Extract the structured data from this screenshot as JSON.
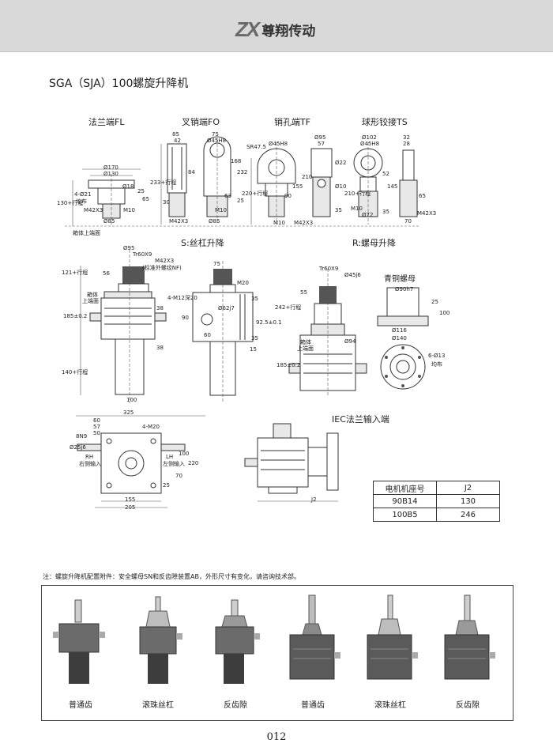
{
  "header": {
    "logo_mark": "ZX",
    "company": "尊翔传动"
  },
  "title": "SGA（SJA）100螺旋升降机",
  "sections": {
    "fl": "法兰端FL",
    "fo": "叉销端FO",
    "tf": "销孔端TF",
    "ts": "球形铰接TS",
    "s_lift": "S:丝杠升降",
    "r_lift": "R:螺母升降",
    "bronze_nut": "青铜螺母",
    "iec": "IEC法兰输入端"
  },
  "dims": {
    "fl": [
      "Ø170",
      "Ø130",
      "Ø85",
      "4-Ø21",
      "均布",
      "M42X3",
      "M10",
      "25",
      "65",
      "Ø18",
      "130+行程",
      "箱体上端面"
    ],
    "fo": [
      "85",
      "42",
      "75",
      "Ø45H8",
      "84",
      "30",
      "233+行程",
      "M42X3",
      "M10",
      "Ø85",
      "168",
      "232",
      "63",
      "25"
    ],
    "tf": [
      "Ø95",
      "57",
      "Ø45H8",
      "SR47.5",
      "210",
      "155",
      "90",
      "220+行程",
      "M10",
      "M42X3",
      "35",
      "Ø10",
      "Ø22"
    ],
    "ts": [
      "Ø102",
      "Ø45H8",
      "32",
      "28",
      "52",
      "145",
      "65",
      "210+行程",
      "M10",
      "Ø72",
      "M42X3",
      "70",
      "35"
    ],
    "s": [
      "Ø95",
      "Tr60X9",
      "M42X3",
      "(标准外螺纹NF)",
      "56",
      "121+行程",
      "箱体",
      "上端面",
      "185±0.2",
      "140+行程",
      "38",
      "38",
      "100",
      "4-M12深20",
      "75",
      "M20",
      "Ø62j7",
      "90",
      "60",
      "35",
      "35",
      "92.5±0.1",
      "15"
    ],
    "r": [
      "Tr60X9",
      "Ø45j6",
      "55",
      "242+行程",
      "箱体",
      "上端面",
      "Ø94",
      "185±0.2",
      "Ø90h7",
      "25",
      "100",
      "Ø116",
      "Ø140",
      "6-Ø13",
      "均布"
    ],
    "bottom": [
      "325",
      "60",
      "57",
      "50",
      "8N9",
      "Ø25j6",
      "RH",
      "右侧输入",
      "4-M20",
      "LH",
      "左侧输入",
      "100",
      "220",
      "25",
      "70",
      "155",
      "205"
    ],
    "iec": [
      "J2"
    ]
  },
  "motor_table": {
    "header": [
      "电机机座号",
      "J2"
    ],
    "rows": [
      [
        "90B14",
        "130"
      ],
      [
        "100B5",
        "246"
      ]
    ]
  },
  "note": "注：螺旋升降机配置附件：安全螺母SN和反齿隙装置AB，外形尺寸有变化，请咨询技术部。",
  "products": [
    "普通齿",
    "滚珠丝杠",
    "反齿隙",
    "普通齿",
    "滚珠丝杠",
    "反齿隙"
  ],
  "page_number": "012"
}
